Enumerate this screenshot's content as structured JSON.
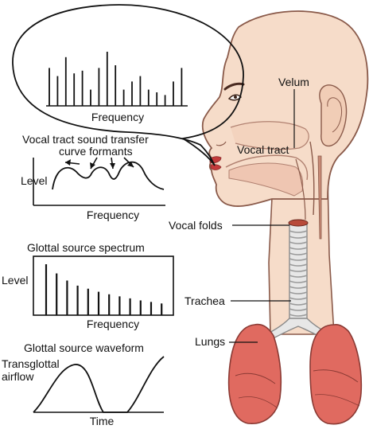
{
  "labels": {
    "frequency_top": "Frequency",
    "vt_transfer_line1": "Vocal tract sound transfer",
    "vt_transfer_line2": "curve formants",
    "level_vt": "Level",
    "frequency_vt": "Frequency",
    "glottal_spectrum_title": "Glottal source spectrum",
    "level_gs": "Level",
    "frequency_gs": "Frequency",
    "glottal_waveform_title": "Glottal source waveform",
    "transglottal_line1": "Transglottal",
    "transglottal_line2": "airflow",
    "time": "Time",
    "velum": "Velum",
    "vocal_tract": "Vocal tract",
    "vocal_folds": "Vocal folds",
    "trachea": "Trachea",
    "lungs": "Lungs"
  },
  "spectra": {
    "output_spectrum_levels": [
      0.7,
      0.55,
      0.9,
      0.6,
      0.65,
      0.3,
      0.7,
      1.0,
      0.75,
      0.3,
      0.45,
      0.55,
      0.3,
      0.25,
      0.2,
      0.45,
      0.7
    ],
    "glottal_spectrum_levels": [
      1.0,
      0.82,
      0.68,
      0.58,
      0.52,
      0.46,
      0.41,
      0.37,
      0.33,
      0.29,
      0.26,
      0.23
    ]
  },
  "colors": {
    "skin": "#f6dcc9",
    "skin_outline": "#8a5a4a",
    "lung_fill": "#e06a60",
    "lung_outline": "#8a3a34",
    "lips": "#c43a3a",
    "trachea_fill": "#e7e7e7",
    "trachea_ring": "#9a9a9a",
    "vocal_folds_fill": "#b84a3a"
  }
}
